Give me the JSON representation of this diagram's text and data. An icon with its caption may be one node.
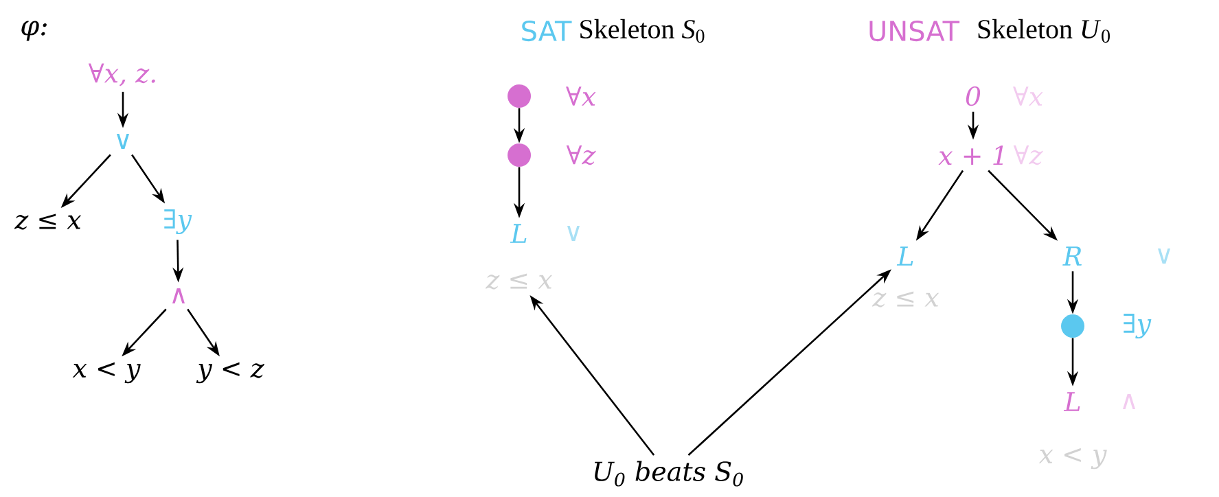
{
  "diagram": {
    "nodes": [
      {
        "text": [
          "∀x, z."
        ]
      },
      {
        "text": [
          "∨"
        ]
      },
      {
        "text": [
          "z ≤ x"
        ]
      },
      {
        "text": [
          "∃y"
        ]
      },
      {
        "text": [
          "∧"
        ]
      },
      {
        "text": [
          "x < y"
        ]
      },
      {
        "text": [
          "y < z"
        ]
      },
      {
        "text": [],
        "shape": "circle",
        "beside": [
          "∀x"
        ]
      },
      {
        "text": [],
        "shape": "circle",
        "beside": [
          "∀z"
        ]
      },
      {
        "text": [
          "L"
        ],
        "beside": [
          "∨"
        ]
      },
      {
        "text": [
          "z ≤ x"
        ]
      },
      {
        "text": [
          "0"
        ],
        "beside": [
          "∀x"
        ]
      },
      {
        "text": [
          "x + 1"
        ],
        "beside": [
          "∀z"
        ]
      },
      {
        "text": [
          "L"
        ],
        "beside": [
          "z ≤ x"
        ]
      },
      {
        "text": [
          "R"
        ],
        "beside": [
          "∨"
        ]
      },
      {
        "text": [],
        "shape": "circle",
        "beside": [
          "∃y"
        ]
      },
      {
        "text": [
          "L"
        ],
        "beside": [
          "∧",
          "x < y"
        ]
      },
      {
        "text": [
          "U$_{0}$ beats S$_{0}$"
        ]
      }
    ],
    "edges": [
      {
        "from": 0,
        "to": 1,
        "arrow": "to"
      },
      {
        "from": 1,
        "to": 2,
        "arrow": "to"
      },
      {
        "from": 1,
        "to": 3,
        "arrow": "to"
      },
      {
        "from": 3,
        "to": 4,
        "arrow": "to"
      },
      {
        "from": 4,
        "to": 5,
        "arrow": "to"
      },
      {
        "from": 4,
        "to": 6,
        "arrow": "to"
      },
      {
        "from": 7,
        "to": 8,
        "arrow": "to"
      },
      {
        "from": 8,
        "to": 9,
        "arrow": "to"
      },
      {
        "from": 17,
        "to": 10,
        "arrow": "to"
      },
      {
        "from": 17,
        "to": 13,
        "arrow": "to"
      },
      {
        "from": 11,
        "to": 12,
        "arrow": "to"
      },
      {
        "from": 12,
        "to": 13,
        "arrow": "to"
      },
      {
        "from": 12,
        "to": 14,
        "arrow": "to"
      },
      {
        "from": 14,
        "to": 15,
        "arrow": "to"
      },
      {
        "from": 15,
        "to": 16,
        "arrow": "to"
      }
    ],
    "labels": [
      "φ:",
      "SAT",
      "Skeleton *S*$_{0}$",
      "UNSAT",
      "Skeleton *U*$_{0}$"
    ]
  }
}
